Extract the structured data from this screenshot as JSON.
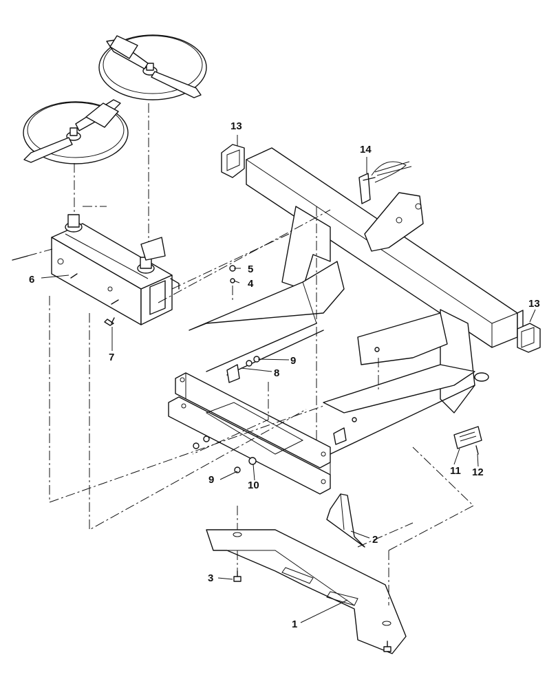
{
  "callouts": [
    {
      "id": "c1",
      "label": "1"
    },
    {
      "id": "c2",
      "label": "2"
    },
    {
      "id": "c3",
      "label": "3"
    },
    {
      "id": "c4",
      "label": "4"
    },
    {
      "id": "c5",
      "label": "5"
    },
    {
      "id": "c6",
      "label": "6"
    },
    {
      "id": "c7",
      "label": "7"
    },
    {
      "id": "c8",
      "label": "8"
    },
    {
      "id": "c9a",
      "label": "9"
    },
    {
      "id": "c9b",
      "label": "9"
    },
    {
      "id": "c10",
      "label": "10"
    },
    {
      "id": "c11",
      "label": "11"
    },
    {
      "id": "c12",
      "label": "12"
    },
    {
      "id": "c13a",
      "label": "13"
    },
    {
      "id": "c13b",
      "label": "13"
    },
    {
      "id": "c14",
      "label": "14"
    }
  ]
}
